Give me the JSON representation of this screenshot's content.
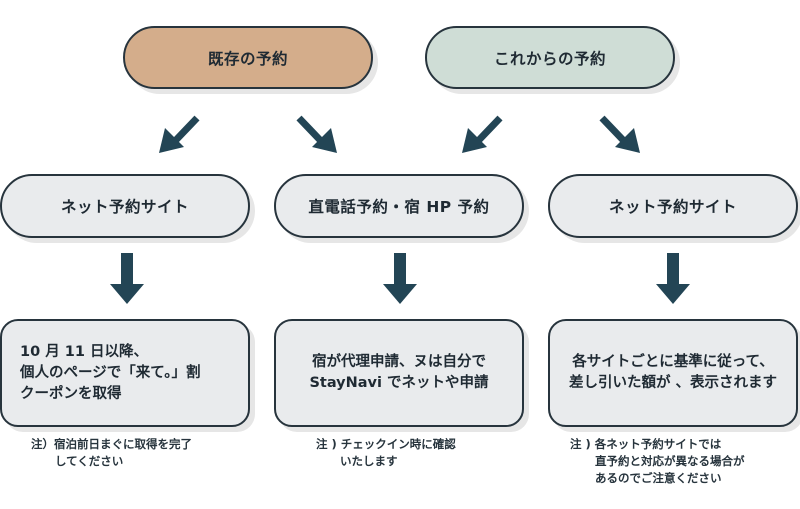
{
  "top": {
    "existing": "既存の予約",
    "future": "これからの予約"
  },
  "channels": [
    "ネット予約サイト",
    "直電話予約・宿 HP 予約",
    "ネット予約サイト"
  ],
  "steps": [
    [
      "10 月 11 日以降、",
      "個人のページで「来て。」割",
      "クーポンを取得"
    ],
    [
      "宿が代理申請、ヌは自分で",
      "StayNavi でネットや申請"
    ],
    [
      "各サイトごとに基準に従って、",
      "差し引いた額が 、表示されます"
    ]
  ],
  "notes": [
    [
      "注）宿泊前日まぐに取得を完了",
      "してください"
    ],
    [
      "注 ) チェックイン時に確認",
      "いたします"
    ],
    [
      "注 ) 各ネット予約サイトでは",
      "直予約と対応が異なる場合が",
      "あるのでご注意ください"
    ]
  ],
  "colors": {
    "existing_fill": "#d4ad8b",
    "future_fill": "#cfddd6",
    "box_fill": "#e9ebed",
    "arrow": "#234555",
    "border": "#27343d"
  }
}
